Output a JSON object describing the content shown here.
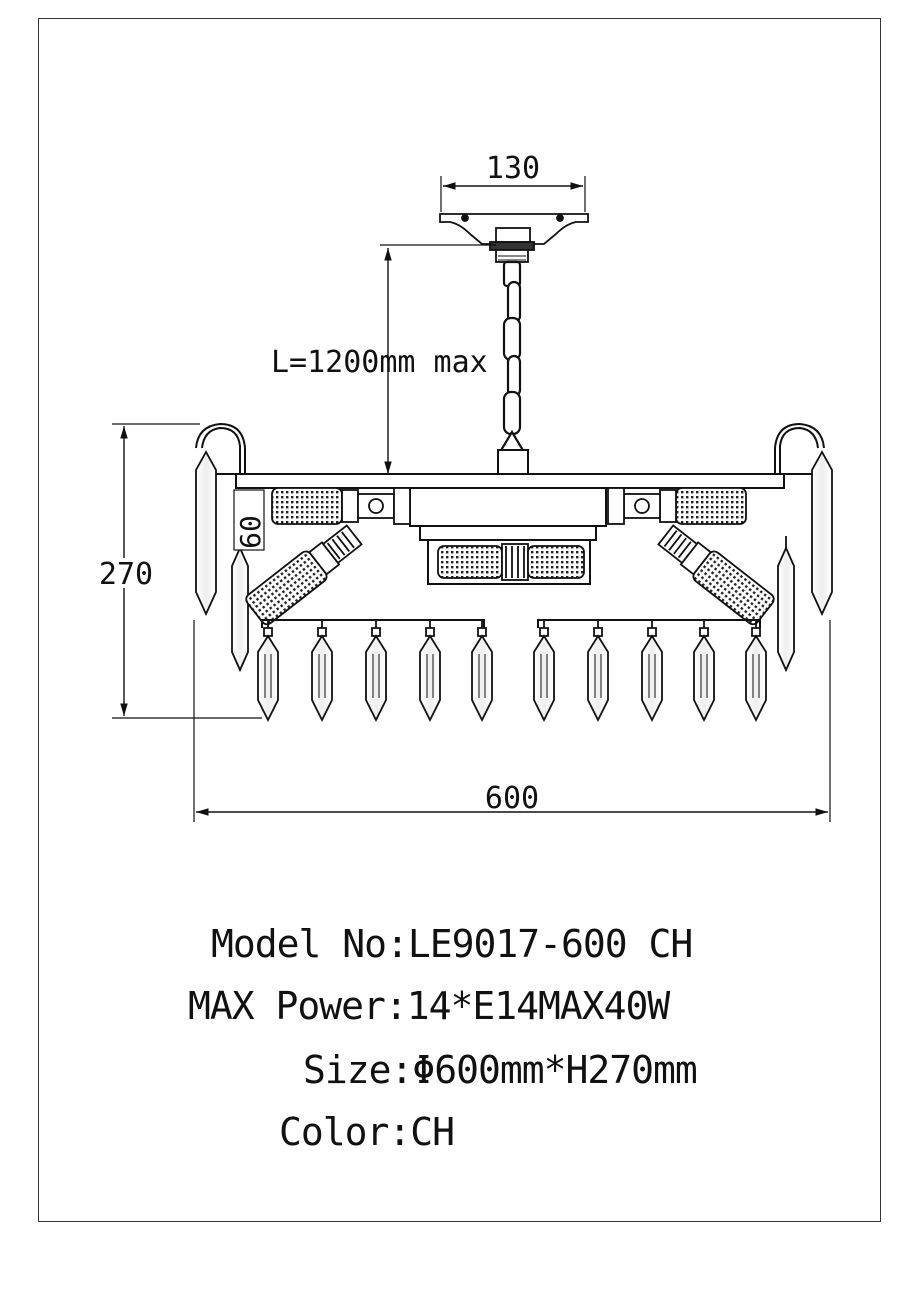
{
  "dimensions": {
    "canopy_width": "130",
    "chain_length": "L=1200mm max",
    "total_height": "270",
    "frame_height": "60",
    "diameter": "600"
  },
  "specs": {
    "model": "Model No:LE9017-600 CH",
    "power": "MAX Power:14*E14MAX40W",
    "size": "Size:Φ600mm*H270mm",
    "color": "Color:CH"
  }
}
